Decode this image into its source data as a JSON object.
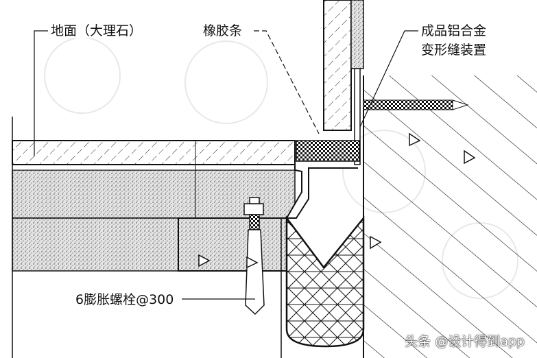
{
  "labels": {
    "floor": "地面（大理石）",
    "rubber_strip": "橡胶条",
    "aluminum_line1": "成品铝合金",
    "aluminum_line2": "变形缝装置",
    "anchor_bolt": "6膨胀螺栓@300"
  },
  "watermark": "头条 @设计得到app"
}
